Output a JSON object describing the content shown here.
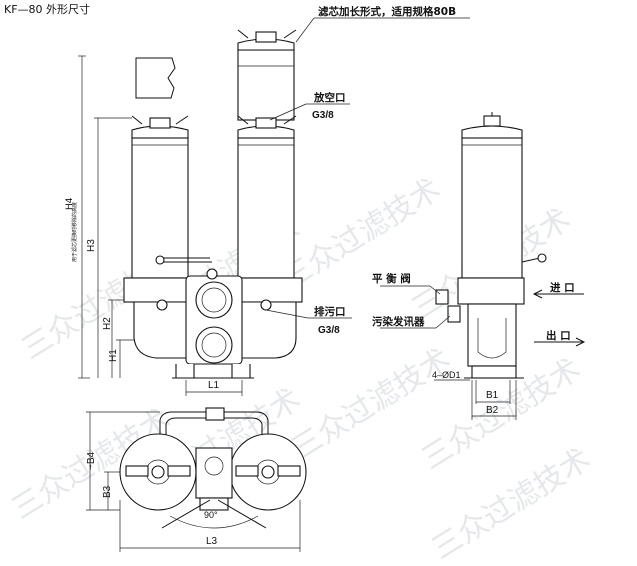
{
  "title": "KF—80 外形尺寸",
  "labels": {
    "extended": "滤芯加长形式，适用规格80B",
    "vent": "放空口",
    "vent_size": "G3/8",
    "drain": "排污口",
    "drain_size": "G3/8",
    "balance_valve": "平 衡 阀",
    "indicator": "污染发讯器",
    "inlet": "进 口",
    "outlet": "出 口",
    "vertical_note": "用于滤芯更换时移除的高度"
  },
  "dimensions": {
    "H1": "H1",
    "H2": "H2",
    "H3": "H3",
    "H4": "H4",
    "L1": "L1",
    "L3": "L3",
    "B1": "B1",
    "B2": "B2",
    "B3": "B3",
    "B4": "~B4",
    "holes": "4–ØD1",
    "angle": "90°"
  },
  "watermark": "三众过滤技术"
}
